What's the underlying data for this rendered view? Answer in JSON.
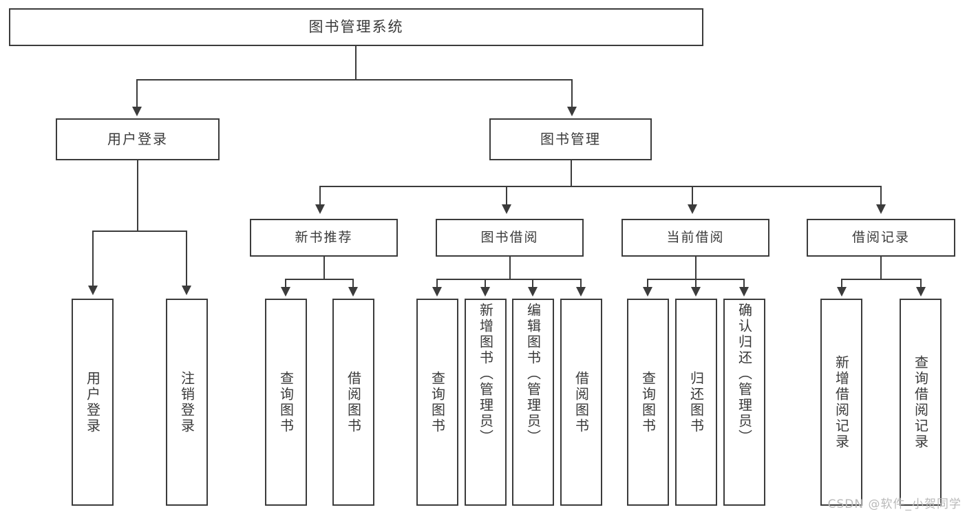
{
  "diagram": {
    "type": "tree-hierarchy",
    "title": "图书管理系统",
    "root": {
      "label": "图书管理系统"
    },
    "level2": [
      {
        "label": "用户登录"
      },
      {
        "label": "图书管理"
      }
    ],
    "level3": [
      {
        "label": "新书推荐"
      },
      {
        "label": "图书借阅"
      },
      {
        "label": "当前借阅"
      },
      {
        "label": "借阅记录"
      }
    ],
    "leaves": {
      "user_login": [
        {
          "label": "用户登录"
        },
        {
          "label": "注销登录"
        }
      ],
      "new_book_recommend": [
        {
          "label": "查询图书"
        },
        {
          "label": "借阅图书"
        }
      ],
      "book_borrow": [
        {
          "label": "查询图书"
        },
        {
          "label": "新增图书（管理员）"
        },
        {
          "label": "编辑图书（管理员）"
        },
        {
          "label": "借阅图书"
        }
      ],
      "current_borrow": [
        {
          "label": "查询图书"
        },
        {
          "label": "归还图书"
        },
        {
          "label": "确认归还（管理员）"
        }
      ],
      "borrow_record": [
        {
          "label": "新增借阅记录"
        },
        {
          "label": "查询借阅记录"
        }
      ]
    }
  },
  "watermark": {
    "text": "CSDN @软件_小贺同学"
  },
  "colors": {
    "border": "#3b3b3b",
    "text": "#3a3a3a",
    "background": "#ffffff",
    "watermark": "#b9b9b9"
  }
}
